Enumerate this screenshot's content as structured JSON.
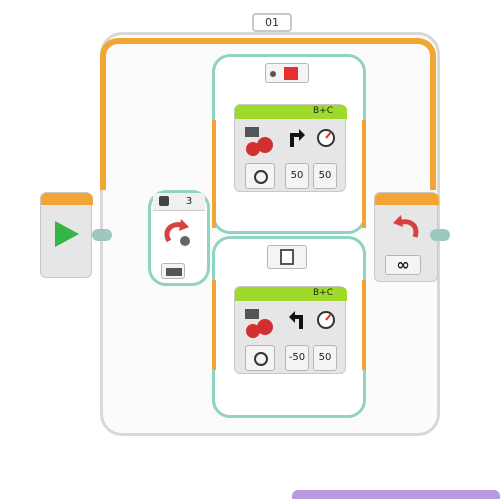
{
  "loop": {
    "name": "01",
    "count": "∞"
  },
  "switch": {
    "value": "3"
  },
  "blocks": [
    {
      "ports": "B+C",
      "steering": "50",
      "power": "50"
    },
    {
      "ports": "B+C",
      "steering": "-50",
      "power": "50"
    }
  ],
  "colors": {
    "wire": "#f2a534",
    "accent": "#9fda2a",
    "frame": "#8fd3c3"
  }
}
